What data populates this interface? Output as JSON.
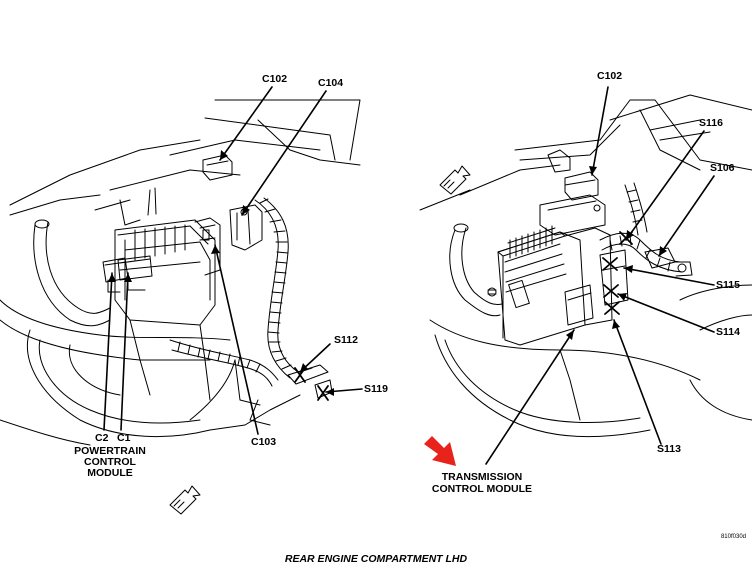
{
  "left_view": {
    "connectors": {
      "c102": "C102",
      "c104": "C104",
      "c103": "C103",
      "s112": "S112",
      "s119": "S119",
      "c2": "C2",
      "c1": "C1"
    },
    "module_label": [
      "POWERTRAIN",
      "CONTROL",
      "MODULE"
    ]
  },
  "right_view": {
    "connectors": {
      "c102": "C102",
      "s116": "S116",
      "s106": "S106",
      "s115": "S115",
      "s114": "S114",
      "s113": "S113"
    },
    "module_label": [
      "TRANSMISSION",
      "CONTROL MODULE"
    ],
    "highlight_arrow_color": "#e8231c"
  },
  "caption": "REAR ENGINE COMPARTMENT LHD",
  "figure_code": "810f030d"
}
